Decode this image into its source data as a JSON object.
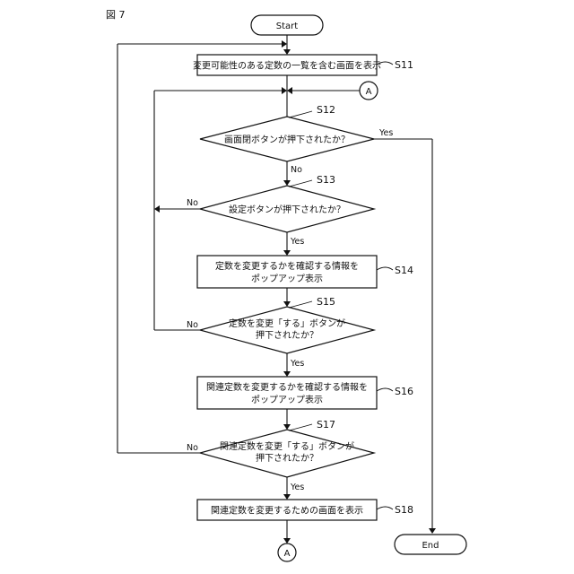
{
  "figure_label": "図 7",
  "terminals": {
    "start": "Start",
    "end": "End"
  },
  "connector_label": "A",
  "steps": {
    "s11": {
      "id": "S11",
      "lines": [
        "変更可能性のある定数の一覧を含む画面を表示"
      ]
    },
    "s12": {
      "id": "S12",
      "lines": [
        "画面閉ボタンが押下されたか？"
      ]
    },
    "s13": {
      "id": "S13",
      "lines": [
        "設定ボタンが押下されたか？"
      ]
    },
    "s14": {
      "id": "S14",
      "lines": [
        "定数を変更するかを確認する情報を",
        "ポップアップ表示"
      ]
    },
    "s15": {
      "id": "S15",
      "lines": [
        "定数を変更「する」ボタンが",
        "押下されたか？"
      ]
    },
    "s16": {
      "id": "S16",
      "lines": [
        "関連定数を変更するかを確認する情報を",
        "ポップアップ表示"
      ]
    },
    "s17": {
      "id": "S17",
      "lines": [
        "関連定数を変更「する」ボタンが",
        "押下されたか？"
      ]
    },
    "s18": {
      "id": "S18",
      "lines": [
        "関連定数を変更するための画面を表示"
      ]
    }
  },
  "branches": {
    "yes": "Yes",
    "no": "No"
  }
}
